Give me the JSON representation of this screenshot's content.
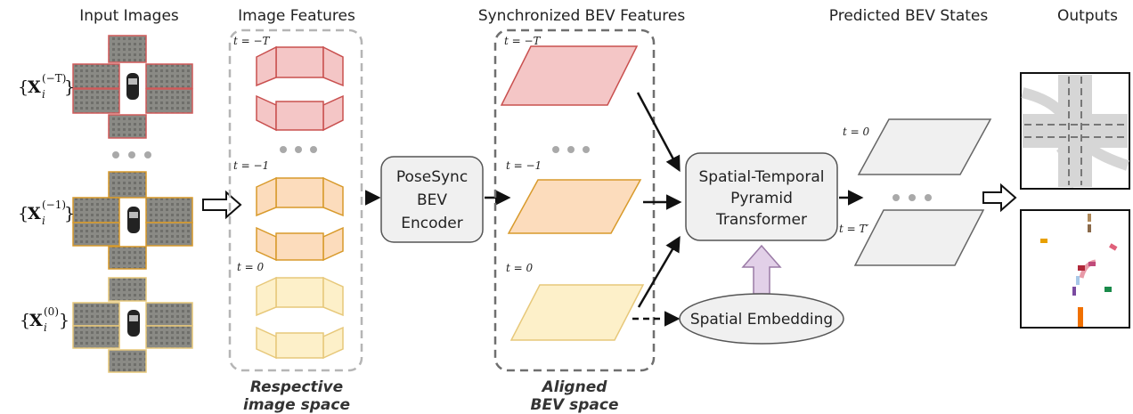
{
  "headers": {
    "input_images": "Input Images",
    "image_features": "Image Features",
    "sync_bev": "Synchronized BEV Features",
    "predicted_bev": "Predicted BEV States",
    "outputs": "Outputs"
  },
  "inputs": [
    {
      "brace_open": "{",
      "symbol": "X",
      "subscript": "i",
      "superscript": "(−T)",
      "brace_close": "}"
    },
    {
      "brace_open": "{",
      "symbol": "X",
      "subscript": "i",
      "superscript": "(−1)",
      "brace_close": "}"
    },
    {
      "brace_open": "{",
      "symbol": "X",
      "subscript": "i",
      "superscript": "(0)",
      "brace_close": "}"
    }
  ],
  "time_labels": {
    "neg_T": "t = −T",
    "neg_1": "t = −1",
    "zero": "t = 0",
    "T_prime": "t = T′"
  },
  "modules": {
    "encoder": [
      "PoseSync",
      "BEV",
      "Encoder"
    ],
    "transformer": [
      "Spatial-Temporal",
      "Pyramid",
      "Transformer"
    ],
    "embedding": "Spatial Embedding"
  },
  "space_labels": {
    "respective": [
      "Respective",
      "image space"
    ],
    "aligned": [
      "Aligned",
      "BEV space"
    ]
  },
  "colors": {
    "red_stroke": "#c9504f",
    "red_fill": "#f4c6c6",
    "orange_stroke": "#d89a2b",
    "orange_fill": "#fcdcbc",
    "yellow_stroke": "#e7c87a",
    "yellow_fill": "#fdf0c9",
    "gray_fill": "#f0f0f0",
    "purple_fill": "#e2d0e8",
    "purple_stroke": "#9a7aa6"
  },
  "icons": [
    "car-icon",
    "hollow-arrow-icon",
    "ellipsis-dots-icon",
    "up-arrow-icon"
  ]
}
